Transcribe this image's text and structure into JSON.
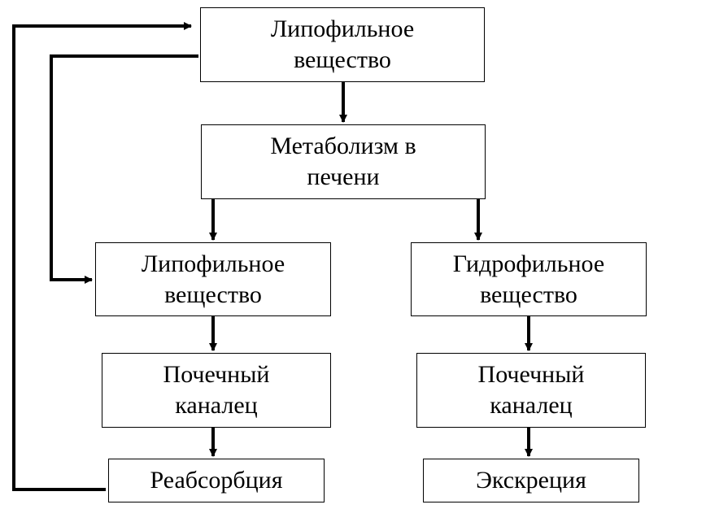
{
  "nodes": {
    "lipophilic_top": {
      "line1": "Липофильное",
      "line2": "вещество"
    },
    "liver_metabolism": {
      "line1": "Метаболизм в",
      "line2": "печени"
    },
    "lipophilic_mid": {
      "line1": "Липофильное",
      "line2": "вещество"
    },
    "hydrophilic": {
      "line1": "Гидрофильное",
      "line2": "вещество"
    },
    "renal_tubule_left": {
      "line1": "Почечный",
      "line2": "каналец"
    },
    "renal_tubule_right": {
      "line1": "Почечный",
      "line2": "каналец"
    },
    "reabsorption": {
      "label": "Реабсорбция"
    },
    "excretion": {
      "label": "Экскреция"
    }
  }
}
